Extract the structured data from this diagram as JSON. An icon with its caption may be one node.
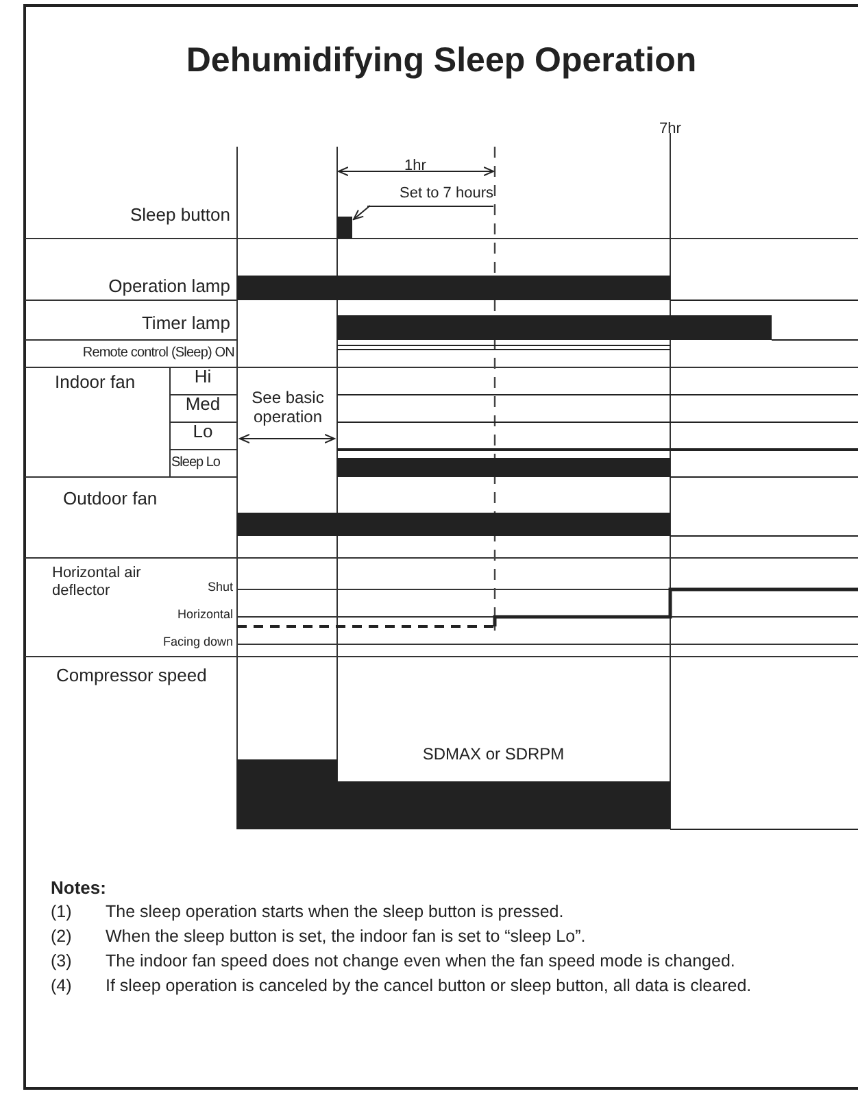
{
  "diagram": {
    "title": "Dehumidifying Sleep Operation",
    "nodes": [
      {
        "text": [
          "Set to 7 hours"
        ]
      },
      {
        "text": [],
        "shape": "bar"
      }
    ],
    "edges": [
      {
        "from": 0,
        "to": 1,
        "arrow": "to"
      }
    ],
    "labels": [
      "1hr",
      "7hr",
      "Sleep button",
      "Operation lamp",
      "Timer lamp",
      "Remote control (Sleep) ON",
      "Indoor fan",
      "Hi",
      "Med",
      "Lo",
      "Sleep Lo",
      "See basic operation",
      "Outdoor fan",
      "Horizontal air deflector",
      "Shut",
      "Horizontal",
      "Facing down",
      "Compressor speed",
      "SDMAX or SDRPM",
      "Notes:",
      "(1)",
      "The sleep operation starts when the sleep button is pressed.",
      "(2)",
      "When the sleep button is set, the indoor fan is set to “sleep Lo”.",
      "(3)",
      "The indoor fan speed does not change even when the fan speed mode is changed.",
      "(4)",
      "If sleep operation is canceled by the cancel button or sleep button, all data is cleared."
    ]
  }
}
